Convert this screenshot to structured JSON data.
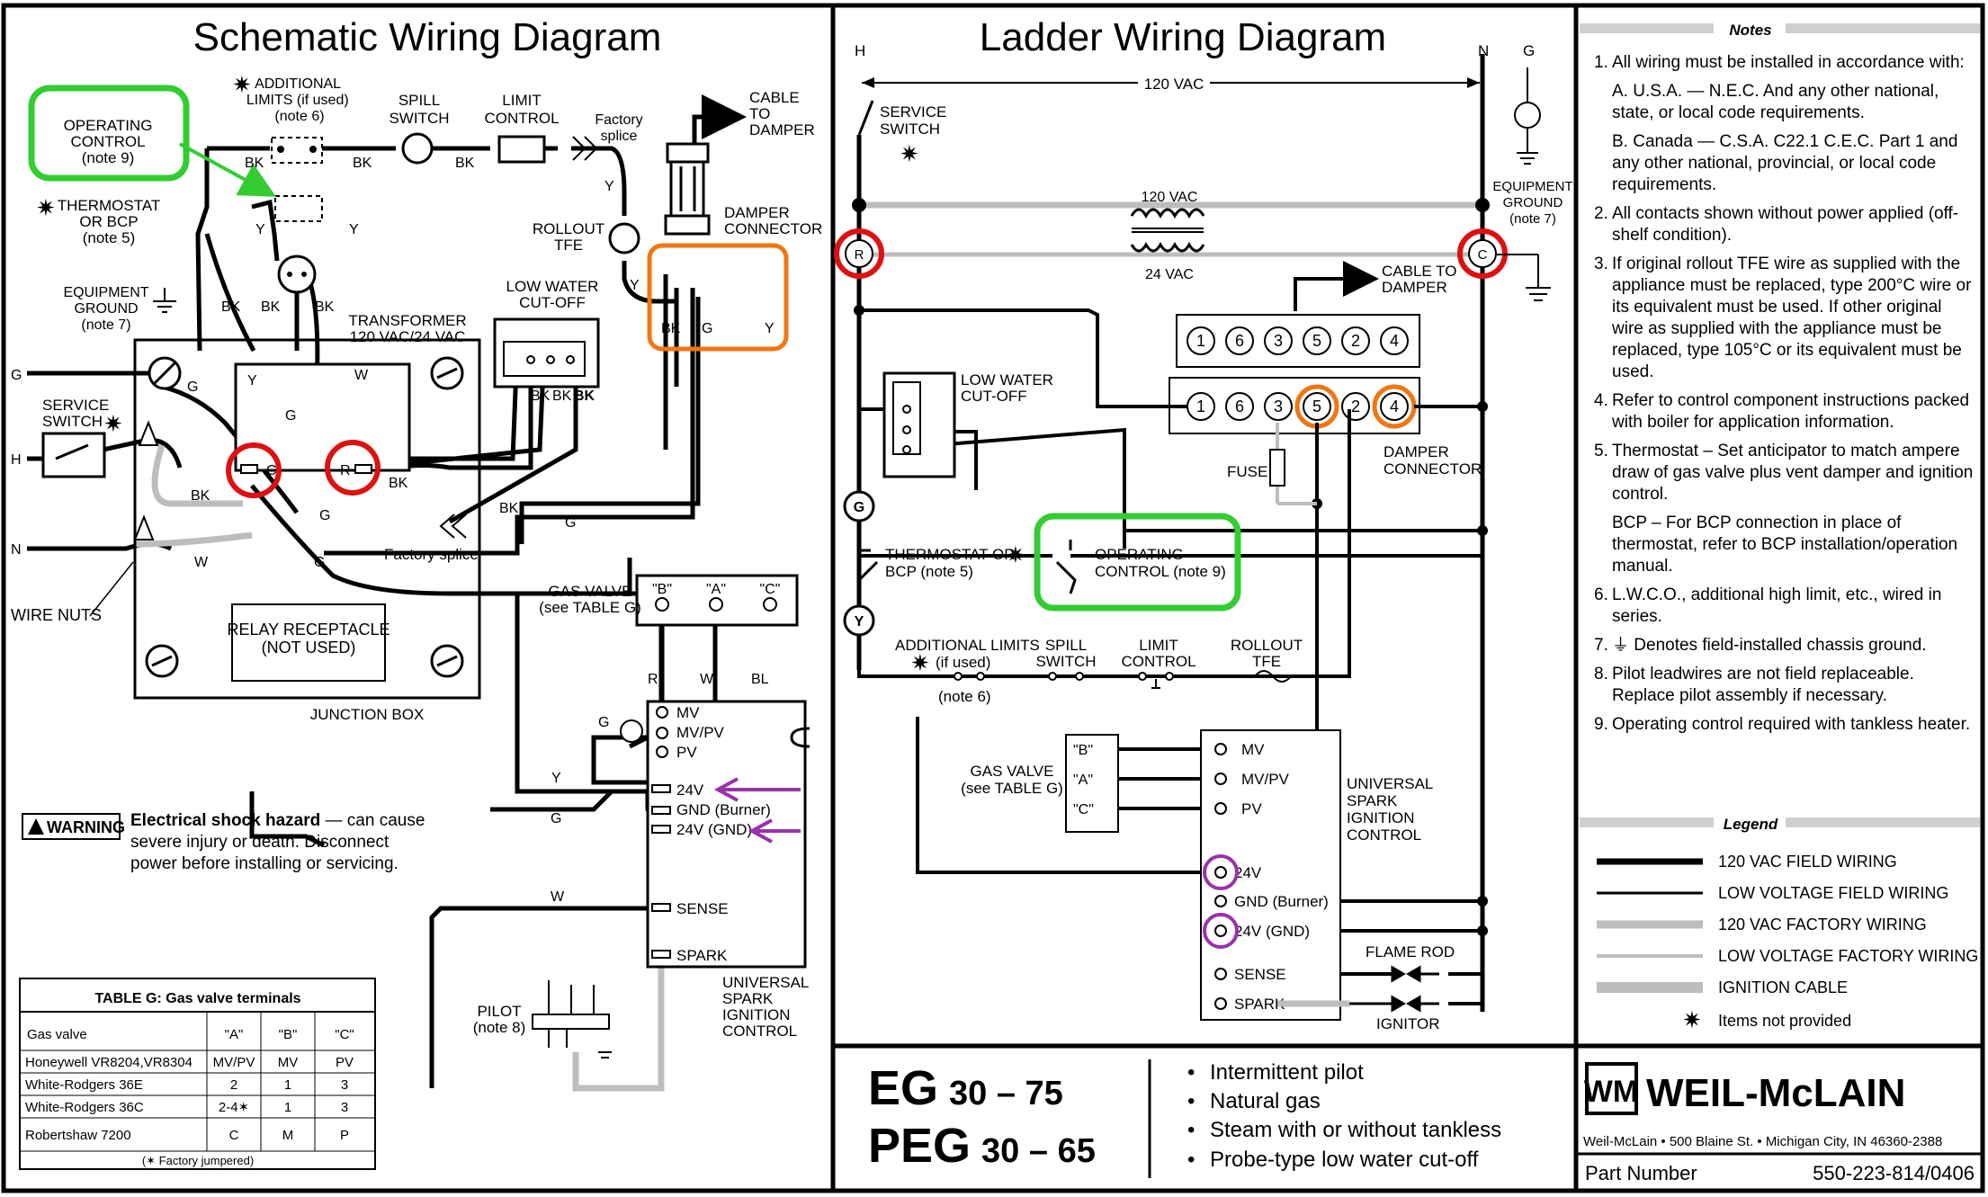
{
  "schematic": {
    "title": "Schematic Wiring Diagram",
    "operating_control": [
      "OPERATING",
      "CONTROL",
      "(note 9)"
    ],
    "additional_limits": [
      "ADDITIONAL",
      "LIMITS (if used)",
      "(note 6)"
    ],
    "spill_switch": [
      "SPILL",
      "SWITCH"
    ],
    "limit_control": [
      "LIMIT",
      "CONTROL"
    ],
    "factory_splice": "Factory splice",
    "factory_splice_top": [
      "Factory",
      "splice"
    ],
    "cable_to_damper": [
      "CABLE",
      "TO",
      "DAMPER"
    ],
    "damper_connector": [
      "DAMPER",
      "CONNECTOR"
    ],
    "thermostat": [
      "THERMOSTAT",
      "OR BCP",
      "(note 5)"
    ],
    "rollout_tfe": [
      "ROLLOUT",
      "TFE"
    ],
    "equipment_ground": [
      "EQUIPMENT",
      "GROUND",
      "(note 7)"
    ],
    "transformer": [
      "TRANSFORMER",
      "120 VAC/24 VAC"
    ],
    "low_water": [
      "LOW WATER",
      "CUT-OFF"
    ],
    "service_switch": [
      "SERVICE",
      "SWITCH"
    ],
    "wire_nuts": "WIRE NUTS",
    "relay_receptacle": [
      "RELAY RECEPTACLE",
      "(NOT USED)"
    ],
    "junction_box": "JUNCTION BOX",
    "gas_valve": [
      "GAS VALVE",
      "(see TABLE G)"
    ],
    "gas_terminals": [
      "\"B\"",
      "\"A\"",
      "\"C\""
    ],
    "ignition_terminals": [
      "MV",
      "MV/PV",
      "PV",
      "24V",
      "GND (Burner)",
      "24V (GND)",
      "SENSE",
      "SPARK"
    ],
    "universal_control": [
      "UNIVERSAL",
      "SPARK",
      "IGNITION",
      "CONTROL"
    ],
    "pilot": [
      "PILOT",
      "(note 8)"
    ],
    "warning_badge": "WARNING",
    "warning_title": "Electrical shock hazard",
    "warning_text": [
      " — can cause",
      "severe injury or death. Disconnect",
      "power before installing or servicing."
    ],
    "wire_labels": {
      "bk": "BK",
      "y": "Y",
      "g": "G",
      "w": "W",
      "r": "R",
      "c": "C",
      "bl": "BL",
      "h": "H",
      "n": "N"
    }
  },
  "table_g": {
    "title": "TABLE G: Gas valve terminals",
    "headers": [
      "Gas valve",
      "\"A\"",
      "\"B\"",
      "\"C\""
    ],
    "rows": [
      [
        "Honeywell VR8204,VR8304",
        "MV/PV",
        "MV",
        "PV"
      ],
      [
        "White-Rodgers 36E",
        "2",
        "1",
        "3"
      ],
      [
        "White-Rodgers 36C",
        "2-4✶",
        "1",
        "3"
      ],
      [
        "Robertshaw 7200",
        "C",
        "M",
        "P"
      ]
    ],
    "footnote": "(✶ Factory jumpered)"
  },
  "ladder": {
    "title": "Ladder Wiring Diagram",
    "h": "H",
    "n": "N",
    "g": "G",
    "vac_line": "120 VAC",
    "service_switch": [
      "SERVICE",
      "SWITCH"
    ],
    "equipment_ground": [
      "EQUIPMENT",
      "GROUND",
      "(note 7)"
    ],
    "transformer_top": "120 VAC",
    "transformer_bottom": "24 VAC",
    "r": "R",
    "c": "C",
    "cable_to_damper": [
      "CABLE TO",
      "DAMPER"
    ],
    "damper_top": [
      "1",
      "6",
      "3",
      "5",
      "2",
      "4"
    ],
    "damper_bottom": [
      "1",
      "6",
      "3",
      "5",
      "2",
      "4"
    ],
    "low_water": [
      "LOW WATER",
      "CUT-OFF"
    ],
    "fuse": "FUSE",
    "damper_connector": [
      "DAMPER",
      "CONNECTOR"
    ],
    "g_node": "G",
    "y_node": "Y",
    "thermostat": [
      "THERMOSTAT OR",
      "BCP (note 5)"
    ],
    "operating_control": [
      "OPERATING",
      "CONTROL (note 9)"
    ],
    "additional_limits": [
      "ADDITIONAL LIMITS",
      "(if used)",
      "(note 6)"
    ],
    "spill_switch": [
      "SPILL",
      "SWITCH"
    ],
    "limit_control": [
      "LIMIT",
      "CONTROL"
    ],
    "rollout_tfe": [
      "ROLLOUT",
      "TFE"
    ],
    "gas_valve": [
      "GAS VALVE",
      "(see TABLE G)"
    ],
    "gas_terminals": [
      "\"B\"",
      "\"A\"",
      "\"C\""
    ],
    "control_terminals": [
      "MV",
      "MV/PV",
      "PV",
      "24V",
      "GND (Burner)",
      "24V (GND)",
      "SENSE",
      "SPARK"
    ],
    "universal_control": [
      "UNIVERSAL",
      "SPARK",
      "IGNITION",
      "CONTROL"
    ],
    "flame_rod": "FLAME ROD",
    "ignitor": "IGNITOR"
  },
  "models": {
    "line1_prefix": "EG",
    "line1_range": "30 – 75",
    "line2_prefix": "PEG",
    "line2_range": "30 – 65",
    "features": [
      "Intermittent pilot",
      "Natural gas",
      "Steam with or without tankless",
      "Probe-type low water cut-off"
    ]
  },
  "notes": {
    "heading": "Notes",
    "items": [
      {
        "num": "1.",
        "text": "All wiring must be installed in accordance with:"
      },
      {
        "num": "",
        "text": "A. U.S.A. — N.E.C. And any other national, state, or local code requirements."
      },
      {
        "num": "",
        "text": "B. Canada — C.S.A. C22.1 C.E.C. Part 1 and any other national, provincial, or local code requirements."
      },
      {
        "num": "2.",
        "text": "All contacts shown without power applied (off-shelf condition)."
      },
      {
        "num": "3.",
        "text": "If original rollout TFE wire as supplied with the appliance must be replaced, type 200°C wire or its equivalent must be used. If other original wire as supplied with the appliance must be replaced, type 105°C or its equivalent must be used."
      },
      {
        "num": "4.",
        "text": "Refer to control component instructions packed with boiler for application information."
      },
      {
        "num": "5.",
        "text": "Thermostat – Set anticipator to match ampere draw of gas valve plus vent damper and ignition control."
      },
      {
        "num": "",
        "text": "BCP – For BCP connection in place of thermostat, refer to BCP installation/operation manual."
      },
      {
        "num": "6.",
        "text": "L.W.C.O., additional high limit, etc., wired in series."
      },
      {
        "num": "7.",
        "text": "Denotes field-installed chassis ground."
      },
      {
        "num": "8.",
        "text": "Pilot leadwires are not field replaceable. Replace pilot assembly if necessary."
      },
      {
        "num": "9.",
        "text": "Operating control required with tankless heater."
      }
    ]
  },
  "legend": {
    "heading": "Legend",
    "items": [
      {
        "label": "120 VAC FIELD WIRING",
        "color": "#000000"
      },
      {
        "label": "LOW VOLTAGE FIELD WIRING",
        "color": "#000000"
      },
      {
        "label": "120 VAC FACTORY WIRING",
        "color": "#bdbdbd"
      },
      {
        "label": "LOW VOLTAGE FACTORY WIRING",
        "color": "#bdbdbd"
      },
      {
        "label": "IGNITION CABLE",
        "color": "#bdbdbd"
      },
      {
        "label": "Items not provided",
        "color": "#000000"
      }
    ]
  },
  "brand": {
    "logo_text": "WEIL-McLAIN",
    "address": "Weil-McLain • 500 Blaine St. • Michigan City, IN 46360-2388",
    "part_label": "Part Number",
    "part_number": "550-223-814/0406"
  },
  "colors": {
    "highlight_green": "#33cc33",
    "highlight_red": "#dd1111",
    "highlight_orange": "#ee7711",
    "highlight_purple": "#9933aa",
    "factory_wire": "#bdbdbd"
  }
}
